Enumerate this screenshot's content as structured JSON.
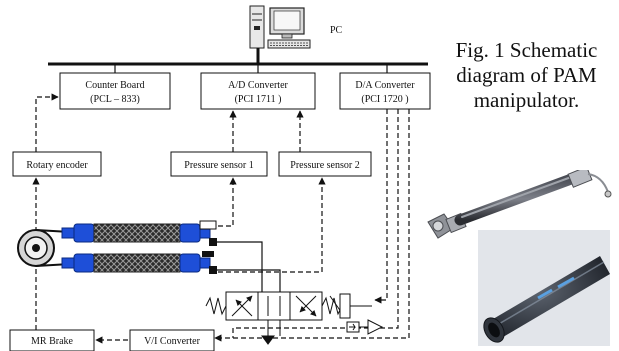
{
  "pc_label": "PC",
  "caption": {
    "line1": "Fig. 1 Schematic",
    "line2": "diagram of PAM",
    "line3": "manipulator."
  },
  "boxes": {
    "counter_board": {
      "line1": "Counter Board",
      "line2": "(PCL – 833)"
    },
    "ad_converter": {
      "line1": "A/D Converter",
      "line2": "(PCI 1711 )"
    },
    "da_converter": {
      "line1": "D/A Converter",
      "line2": "(PCI 1720 )"
    },
    "rotary_encoder": "Rotary encoder",
    "pressure_sensor_1": "Pressure sensor 1",
    "pressure_sensor_2": "Pressure sensor 2",
    "mr_brake": "MR Brake",
    "vi_converter": "V/I Converter"
  },
  "colors": {
    "muscle_fitting": "#1e4fd8",
    "muscle_mesh": "#555555",
    "line": "#111111"
  }
}
